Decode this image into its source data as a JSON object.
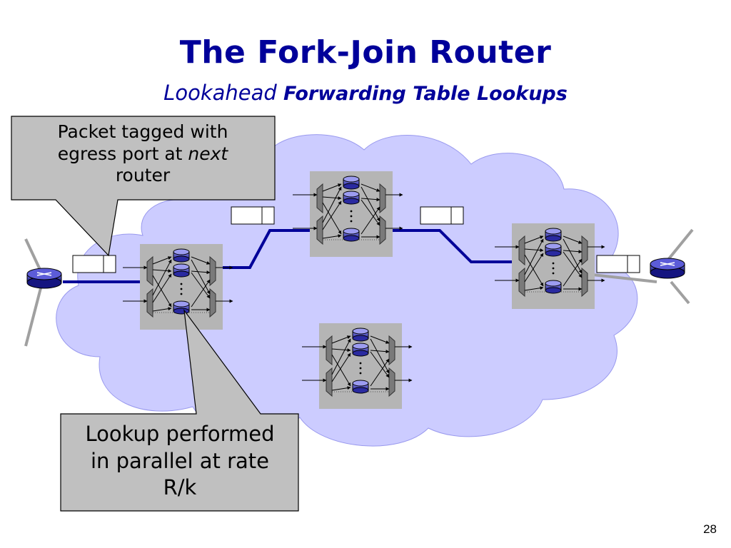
{
  "slide": {
    "title": "The Fork-Join Router",
    "subtitle_italic": "Lookahead",
    "subtitle_bold": "Forwarding Table Lookups",
    "page_number": "28"
  },
  "callouts": {
    "top_left": {
      "line1": "Packet tagged with",
      "line2_prefix": "egress port at ",
      "line2_emph": "next",
      "line3": "router"
    },
    "bottom": {
      "line1": "Lookup performed",
      "line2": "in parallel at rate",
      "line3": "R/k"
    }
  },
  "colors": {
    "title": "#00009a",
    "cloud": "#ccccff",
    "link": "#000099",
    "grey_link": "#a0a0a0",
    "callout_fill": "#c0c0c0",
    "router_box": "#b5b5b5"
  },
  "icons": {
    "edge_router": "router-cylinder-icon",
    "lookup_unit": "database-disk-icon",
    "packet": "packet-header-icon"
  }
}
